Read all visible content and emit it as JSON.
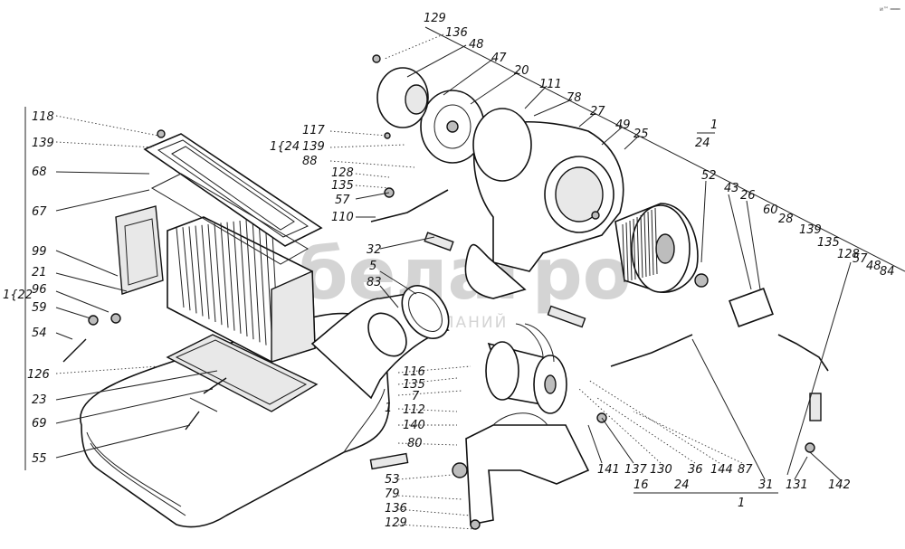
{
  "diagram": {
    "labels": {
      "l118": "118",
      "l139a": "139",
      "l68": "68",
      "l67": "67",
      "l99": "99",
      "l21": "21",
      "l96": "96",
      "l59": "59",
      "l54": "54",
      "l126": "126",
      "l23": "23",
      "l69": "69",
      "l55": "55",
      "bracket22": "1{22",
      "bracket24": "1{24",
      "l117": "117",
      "l139b": "139",
      "l88": "88",
      "l128a": "128",
      "l135a": "135",
      "l57a": "57",
      "l110": "110",
      "l32": "32",
      "l5": "5",
      "l83": "83",
      "l129": "129",
      "l136a": "136",
      "l48a": "48",
      "l47": "47",
      "l20": "20",
      "l111": "111",
      "l78": "78",
      "l27": "27",
      "l49": "49",
      "l25": "25",
      "frac_1": "1",
      "frac_24": "24",
      "l52": "52",
      "l43": "43",
      "l26": "26",
      "l60": "60",
      "l28": "28",
      "l139c": "139",
      "l135b": "135",
      "l128b": "128",
      "l57b": "57",
      "l48b": "48",
      "l84": "84",
      "l116": "116",
      "l135c": "135",
      "l7": "7",
      "l112": "112",
      "l140": "140",
      "l80": "80",
      "bracket_l1": "1",
      "l53": "53",
      "l79": "79",
      "l136b": "136",
      "l129b": "129",
      "l141": "141",
      "l137": "137",
      "l130": "130",
      "l36": "36",
      "l144": "144",
      "l87": "87",
      "l16": "16",
      "l24b": "24",
      "l31": "31",
      "l131": "131",
      "l142": "142",
      "l1bottom": "1",
      "corner_mark": "и™ ═══"
    },
    "watermark": {
      "brand": "белагро",
      "subtitle": "ГРУППА КОМПАНИЙ"
    }
  }
}
